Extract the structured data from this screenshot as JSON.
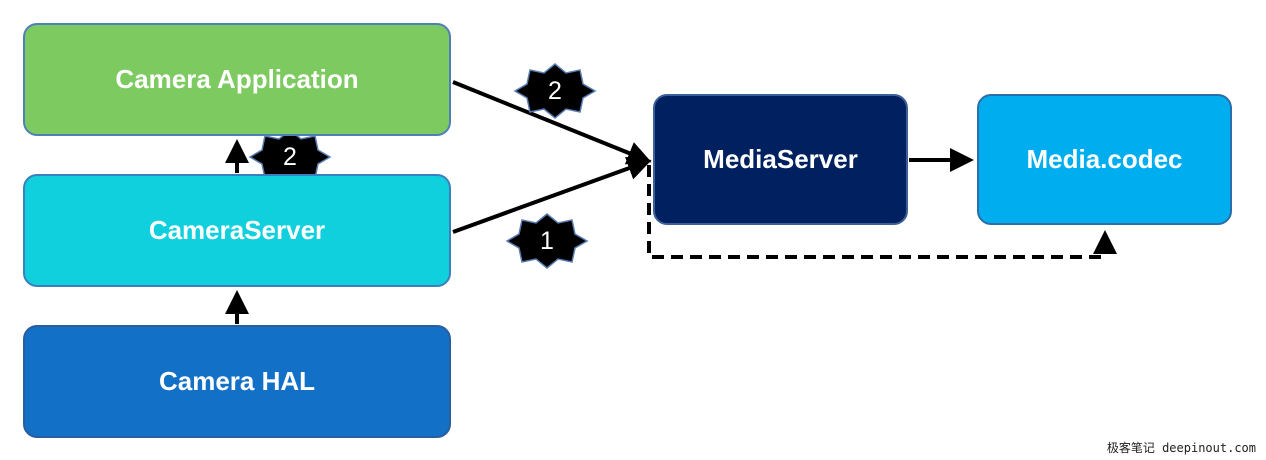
{
  "nodes": {
    "camera_application": "Camera Application",
    "camera_server": "CameraServer",
    "camera_hal": "Camera HAL",
    "media_server": "MediaServer",
    "media_codec": "Media.codec"
  },
  "badges": {
    "app_to_media": "2",
    "server_to_app": "2",
    "server_to_media": "1"
  },
  "watermark": "极客笔记 deepinout.com",
  "colors": {
    "camera_application": "#7dca61",
    "camera_server": "#0fd0dc",
    "camera_hal": "#1270c7",
    "media_server": "#00205f",
    "media_codec": "#00adef",
    "badge": "#000000"
  }
}
